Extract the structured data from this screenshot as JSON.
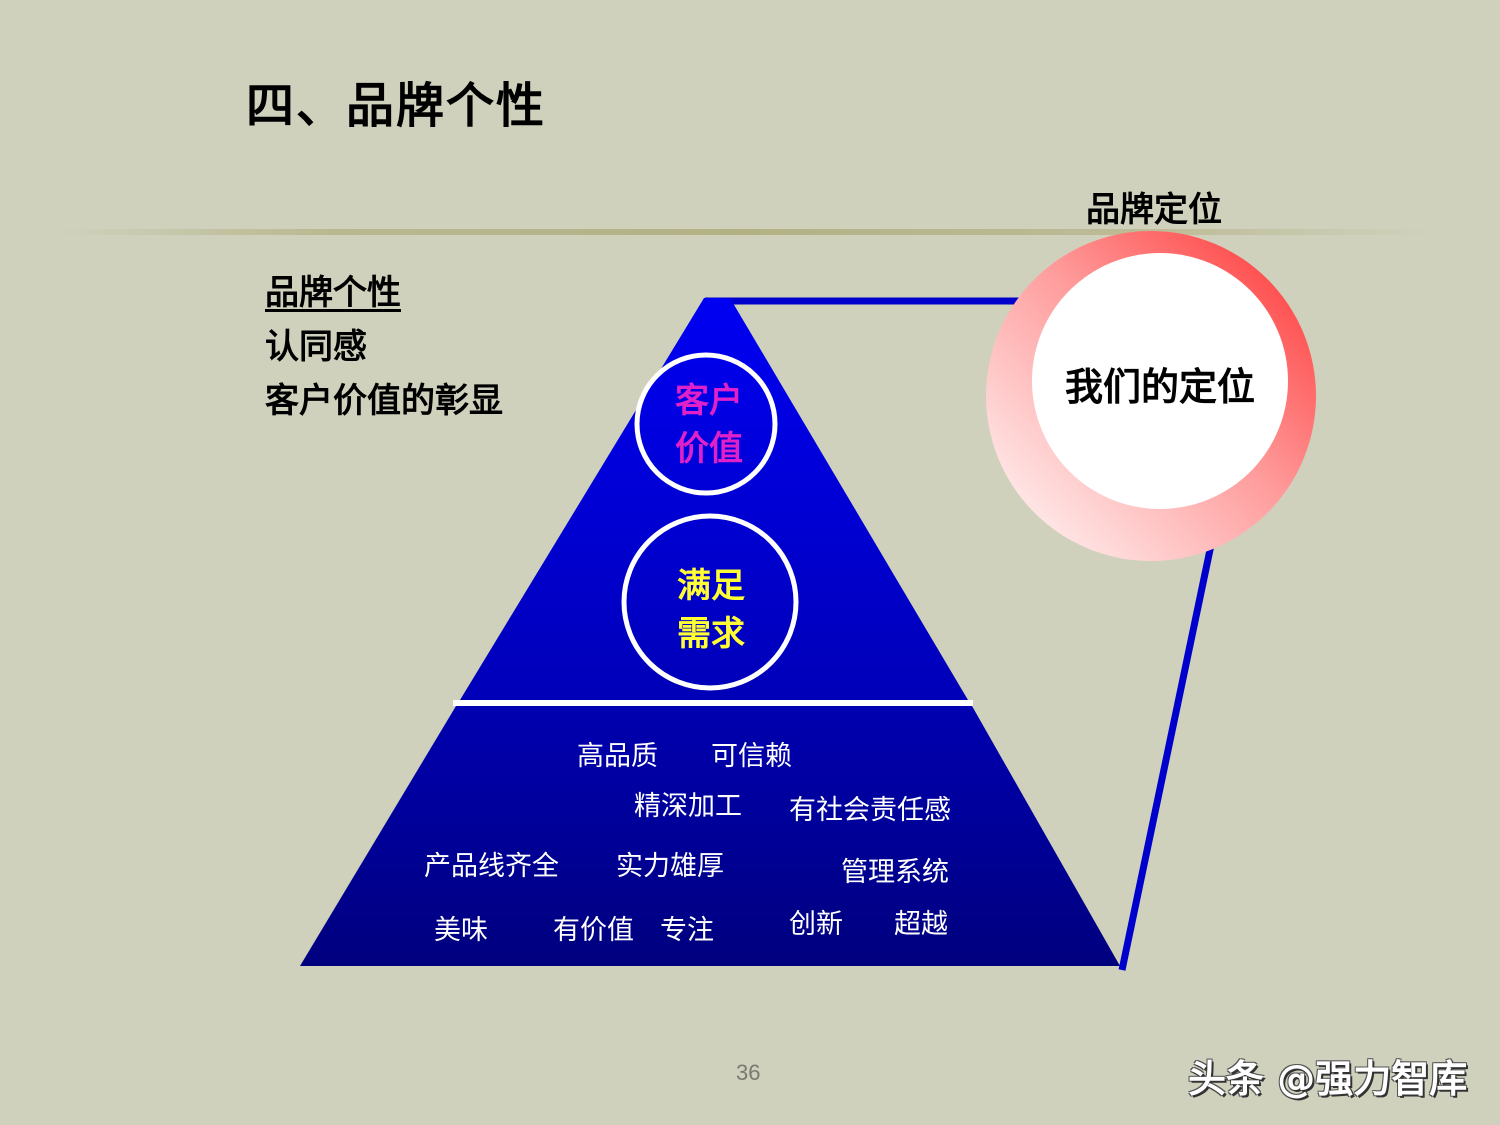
{
  "slide": {
    "title": "四、品牌个性",
    "page_number": "36",
    "watermark": "头条 @强力智库"
  },
  "left_list": {
    "items": [
      {
        "label": "品牌个性",
        "underlined": true
      },
      {
        "label": "认同感",
        "underlined": false
      },
      {
        "label": "客户价值的彰显",
        "underlined": false
      }
    ]
  },
  "positioning": {
    "header": "品牌定位",
    "circle_label": "我们的定位"
  },
  "pyramid": {
    "top_circle": {
      "line1": "客户",
      "line2": "价值",
      "color": "#E020C8"
    },
    "middle_circle": {
      "line1": "满足",
      "line2": "需求",
      "color": "#FFFF33"
    },
    "base_attributes": [
      "高品质",
      "可信赖",
      "精深加工",
      "有社会责任感",
      "产品线齐全",
      "实力雄厚",
      "管理系统",
      "美味",
      "有价值",
      "专注",
      "创新",
      "超越"
    ]
  },
  "colors": {
    "background": "#CFD1BC",
    "pyramid_top": "#0000F0",
    "pyramid_bottom": "#000080",
    "connector": "#0000CC",
    "ring_red": "#FF4040",
    "ring_light": "#FFF0F0"
  }
}
